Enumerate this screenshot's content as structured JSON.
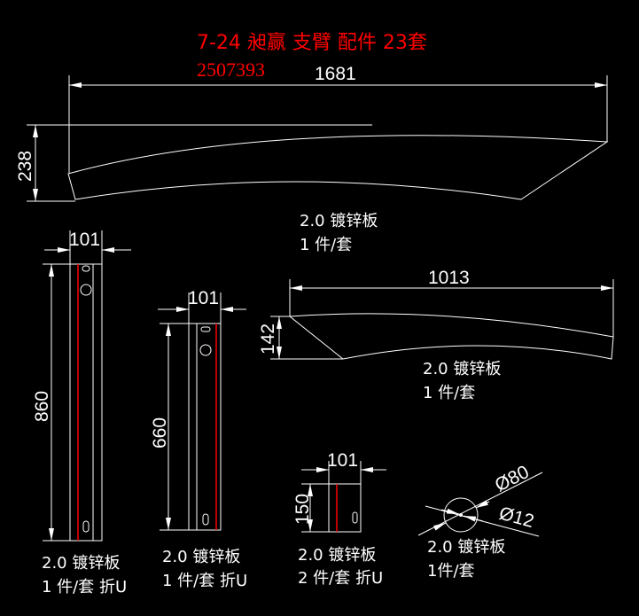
{
  "title": "7-24 昶赢 支臂 配件 23套",
  "code": "2507393",
  "colors": {
    "background": "#000000",
    "lines": "#ffffff",
    "title": "#ff0000"
  },
  "parts": [
    {
      "dims": [
        "1681",
        "238"
      ],
      "material": "2.0 镀锌板",
      "qty": "1 件/套"
    },
    {
      "dims": [
        "101",
        "860"
      ],
      "material": "2.0 镀锌板",
      "qty": "1 件/套  折U"
    },
    {
      "dims": [
        "101",
        "660"
      ],
      "material": "2.0 镀锌板",
      "qty": "1 件/套  折U"
    },
    {
      "dims": [
        "1013",
        "142"
      ],
      "material": "2.0 镀锌板",
      "qty": "1 件/套"
    },
    {
      "dims": [
        "101",
        "150"
      ],
      "material": "2.0 镀锌板",
      "qty": "2 件/套  折U"
    },
    {
      "dims": [
        "Ø80",
        "Ø12"
      ],
      "material": "2.0 镀锌板",
      "qty": "1件/套"
    }
  ]
}
